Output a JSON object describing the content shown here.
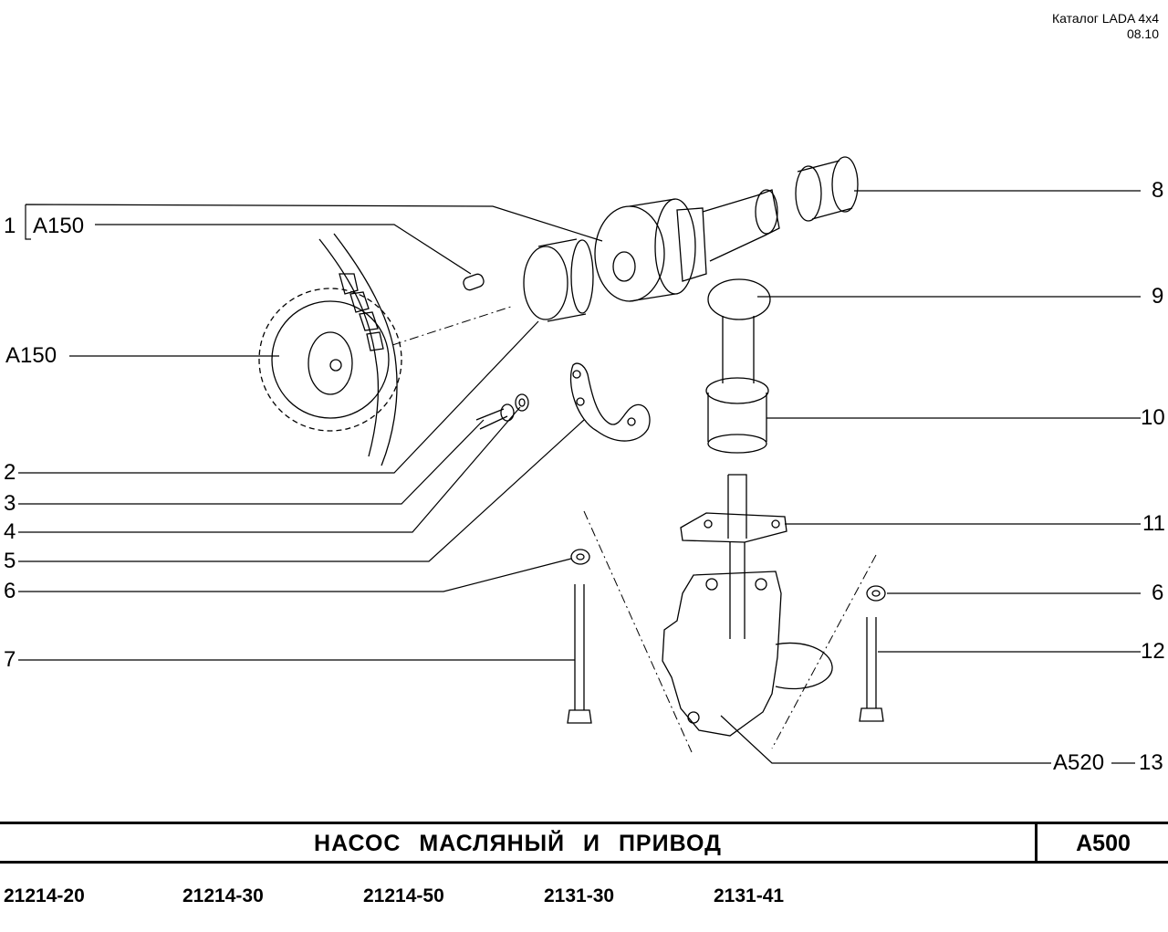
{
  "header": {
    "catalog": "Каталог LADA 4x4",
    "date": "08.10"
  },
  "callouts_left": [
    {
      "num": "1",
      "ref": "A150"
    },
    {
      "ref": "A150"
    },
    {
      "num": "2"
    },
    {
      "num": "3"
    },
    {
      "num": "4"
    },
    {
      "num": "5"
    },
    {
      "num": "6"
    },
    {
      "num": "7"
    }
  ],
  "callouts_right": [
    {
      "num": "8"
    },
    {
      "num": "9"
    },
    {
      "num": "10"
    },
    {
      "num": "11"
    },
    {
      "num": "6"
    },
    {
      "num": "12"
    },
    {
      "num": "13",
      "ref": "A520"
    }
  ],
  "footer": {
    "title": "НАСОС МАСЛЯНЫЙ И ПРИВОД",
    "code": "A500",
    "models": [
      "21214-20",
      "21214-30",
      "21214-50",
      "2131-30",
      "2131-41"
    ]
  },
  "colors": {
    "ink": "#000000",
    "paper": "#ffffff"
  }
}
